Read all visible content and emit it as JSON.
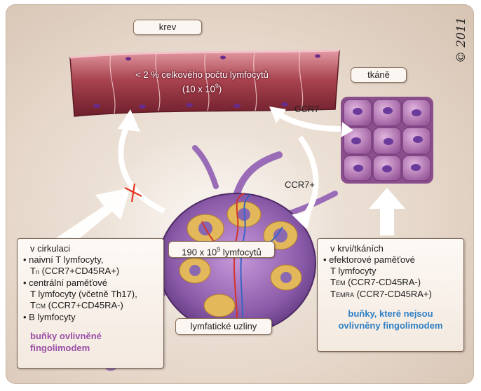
{
  "labels": {
    "krev": "krev",
    "tkane": "tkáně",
    "uzliny": "lymfatické uzliny",
    "ccr7_minus": "CCR7-",
    "ccr7_plus": "CCR7+"
  },
  "blood": {
    "line1": "< 2 % celkového počtu lymfocytů",
    "line2_pre": "(10 x 10",
    "line2_sup": "9",
    "line2_post": ")"
  },
  "node_count": {
    "pre": "190 x 10",
    "sup": "9",
    "post": " lymfocytů"
  },
  "left_box": {
    "title": "v cirkulaci",
    "b1": "naivní T lymfocyty,",
    "b1_sub_pre": "T",
    "b1_sub": "n",
    "b1_sub_post": " (CCR7+CD45RA+)",
    "b2a": "centrální paměťové",
    "b2b": "T lymfocyty (včetně Th17),",
    "b2_sub_pre": "T",
    "b2_sub": "CM",
    "b2_sub_post": " (CCR7+CD45RA-)",
    "b3": "B lymfocyty",
    "note1": "buňky ovlivněné",
    "note2": "fingolimodem",
    "note_color": "#9b4fa8"
  },
  "right_box": {
    "title": "v krvi/tkáních",
    "b1a": "efektorové paměťové",
    "b1b": "T lymfocyty",
    "b1_sub_pre": "T",
    "b1_sub": "EM",
    "b1_sub_post": " (CCR7-CD45RA-)",
    "b1c_sub_pre": "T",
    "b1c_sub": "EMRA",
    "b1c_sub_post": " (CCR7-CD45RA+)",
    "note1": "buňky, které nejsou",
    "note2": "ovlivněny fingolimodem",
    "note_color": "#2f7fc4"
  },
  "signature": "© 2011",
  "colors": {
    "vessel": "#b55a66",
    "tissue": "#a96fa8",
    "node": "#8a5aa0",
    "arrow": "#ffffff",
    "block": "#e8331f"
  }
}
